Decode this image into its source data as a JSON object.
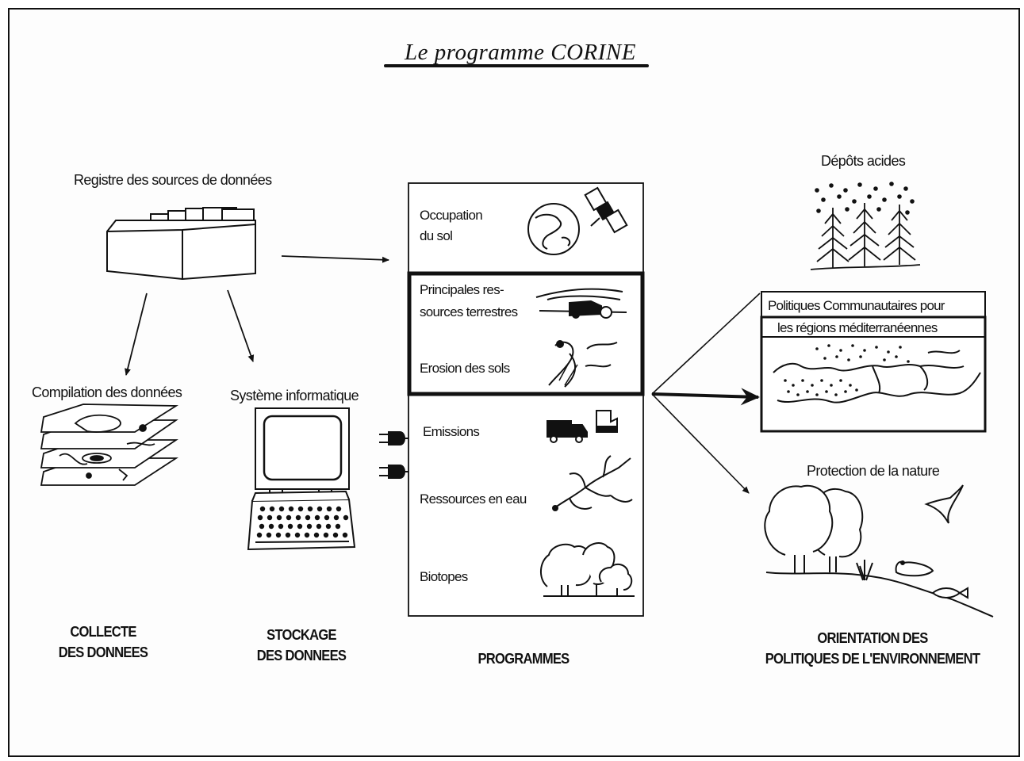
{
  "title": "Le programme CORINE",
  "left": {
    "registry_label": "Registre des sources de données",
    "compilation_label": "Compilation des données",
    "system_label": "Système informatique",
    "caption_collecte_1": "COLLECTE",
    "caption_collecte_2": "DES DONNEES",
    "caption_stockage_1": "STOCKAGE",
    "caption_stockage_2": "DES DONNEES"
  },
  "programmes": {
    "occupation_1": "Occupation",
    "occupation_2": "du sol",
    "ressources_1": "Principales res-",
    "ressources_2": "sources terrestres",
    "erosion": "Erosion des sols",
    "emissions": "Emissions",
    "eau": "Ressources en eau",
    "biotopes": "Biotopes",
    "caption": "PROGRAMMES"
  },
  "right": {
    "depots": "Dépôts acides",
    "politiques_1": "Politiques Communautaires pour",
    "politiques_2": "les régions méditerranéennes",
    "protection": "Protection de la nature",
    "caption_1": "ORIENTATION DES",
    "caption_2": "POLITIQUES DE L'ENVIRONNEMENT"
  }
}
